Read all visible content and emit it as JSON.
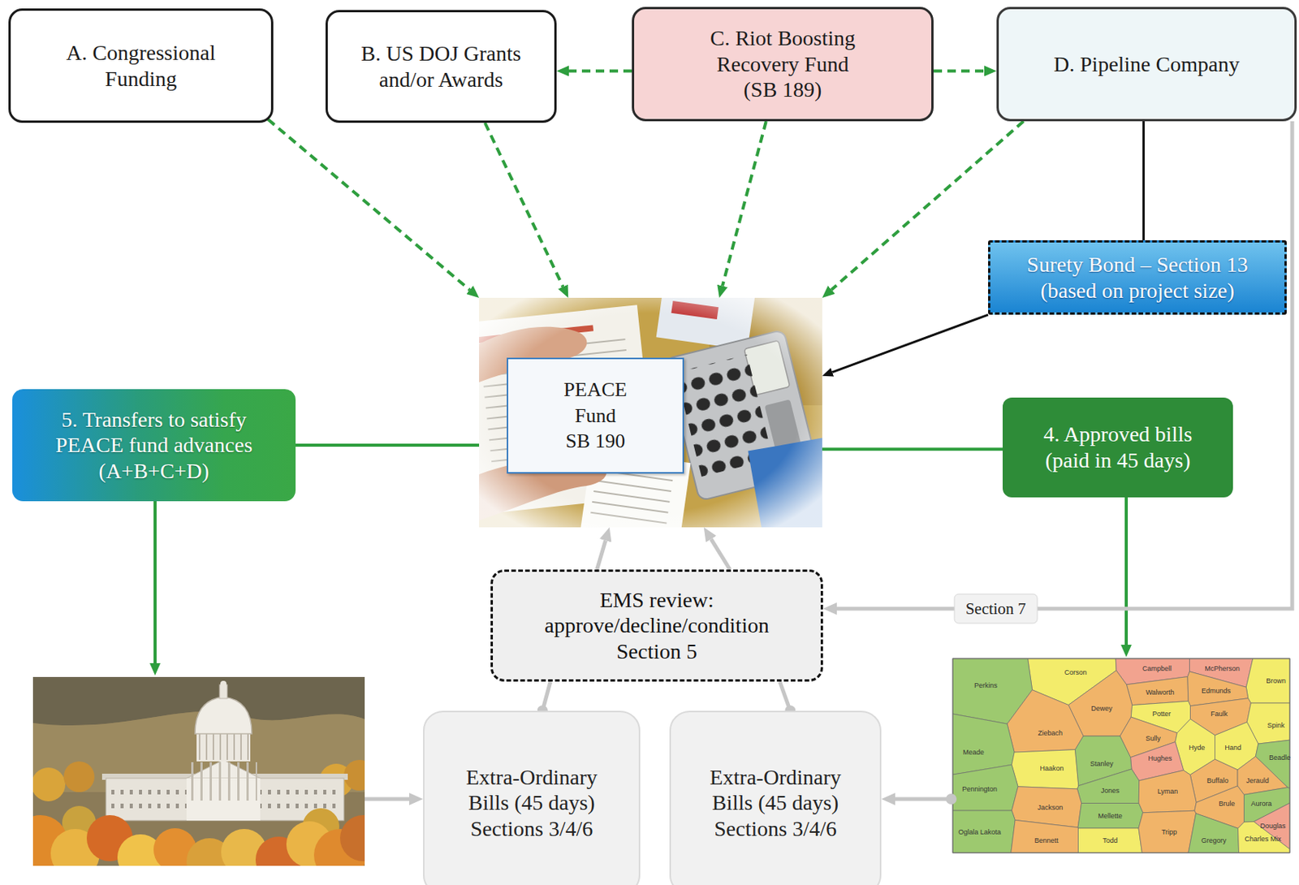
{
  "diagram": {
    "nodes": [
      {
        "text": [
          "A. Congressional Funding"
        ]
      },
      {
        "text": [
          "B. US DOJ Grants and/or Awards"
        ]
      },
      {
        "text": [
          "C. Riot Boosting Recovery Fund (SB 189)"
        ]
      },
      {
        "text": [
          "D. Pipeline Company"
        ]
      },
      {
        "text": [
          "Surety Bond – Section 13 (based on project size)"
        ]
      },
      {
        "text": [
          "5. Transfers to satisfy PEACE fund advances (A+B+C+D)"
        ]
      },
      {
        "text": [
          "PEACE Fund SB 190"
        ]
      },
      {
        "text": [
          "4. Approved bills (paid in 45 days)"
        ]
      },
      {
        "text": [
          "EMS review: approve/decline/condition Section 5"
        ]
      },
      {
        "text": [
          "Extra-Ordinary Bills (45 days) Sections 3/4/6"
        ]
      },
      {
        "text": [
          "Extra-Ordinary Bills (45 days) Sections 3/4/6"
        ]
      }
    ],
    "edges": [
      {
        "from": 2,
        "to": 1,
        "arrow": "to"
      },
      {
        "from": 2,
        "to": 3,
        "arrow": "to"
      },
      {
        "from": 0,
        "to": 6,
        "arrow": "to"
      },
      {
        "from": 1,
        "to": 6,
        "arrow": "to"
      },
      {
        "from": 2,
        "to": 6,
        "arrow": "to"
      },
      {
        "from": 3,
        "to": 6,
        "arrow": "to"
      },
      {
        "from": 3,
        "to": 4,
        "arrow": "none"
      },
      {
        "from": 4,
        "to": 6,
        "arrow": "to"
      },
      {
        "from": 5,
        "to": 6,
        "arrow": "none"
      },
      {
        "from": 6,
        "to": 7,
        "arrow": "none"
      },
      {
        "from": 3,
        "to": 8,
        "label": "Section 7",
        "arrow": "to"
      },
      {
        "from": 8,
        "to": 6,
        "arrow": "to"
      },
      {
        "from": 8,
        "to": 6,
        "arrow": "to"
      },
      {
        "from": 9,
        "to": 8,
        "arrow": "none"
      },
      {
        "from": 10,
        "to": 8,
        "arrow": "none"
      }
    ],
    "labels": [
      "Corson",
      "Campbell",
      "McPherson",
      "Brown",
      "Perkins",
      "Walworth",
      "Edmunds",
      "Dewey",
      "Potter",
      "Faulk",
      "Spink",
      "Ziebach",
      "Sully",
      "Hyde",
      "Hand",
      "Beadle",
      "Meade",
      "Hughes",
      "Haakon",
      "Stanley",
      "Buffalo",
      "Jerauld",
      "Pennington",
      "Jones",
      "Lyman",
      "Brule",
      "Aurora",
      "Jackson",
      "Mellette",
      "Douglas",
      "Oglala Lakota",
      "Bennett",
      "Todd",
      "Tripp",
      "Gregory",
      "Charles Mix"
    ]
  }
}
